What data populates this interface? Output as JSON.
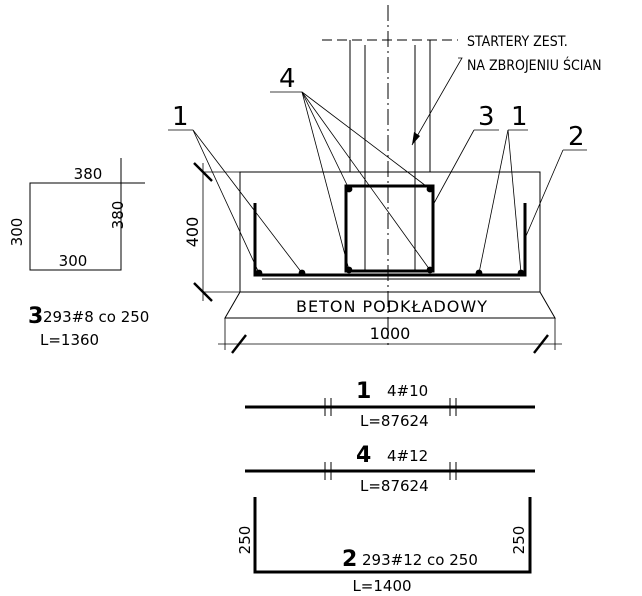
{
  "note": {
    "line1": "STARTERY ZEST.",
    "line2": "NA ZBROJENIU ŚCIAN"
  },
  "section": {
    "callouts": [
      "1",
      "4",
      "3",
      "1",
      "2"
    ],
    "height_dim": "400",
    "width_dim": "1000",
    "lean_concrete": "BETON PODKŁADOWY"
  },
  "stirrup_detail": {
    "top": "380",
    "right": "380",
    "left": "300",
    "bottom": "300",
    "mark": "3",
    "spec": "293#8 co 250",
    "length": "L=1360"
  },
  "bar_1": {
    "mark": "1",
    "spec": "4#10",
    "length": "L=87624"
  },
  "bar_4": {
    "mark": "4",
    "spec": "4#12",
    "length": "L=87624"
  },
  "bar_2": {
    "mark": "2",
    "spec": "293#12 co 250",
    "length": "L=1400",
    "leg_left": "250",
    "leg_right": "250"
  }
}
